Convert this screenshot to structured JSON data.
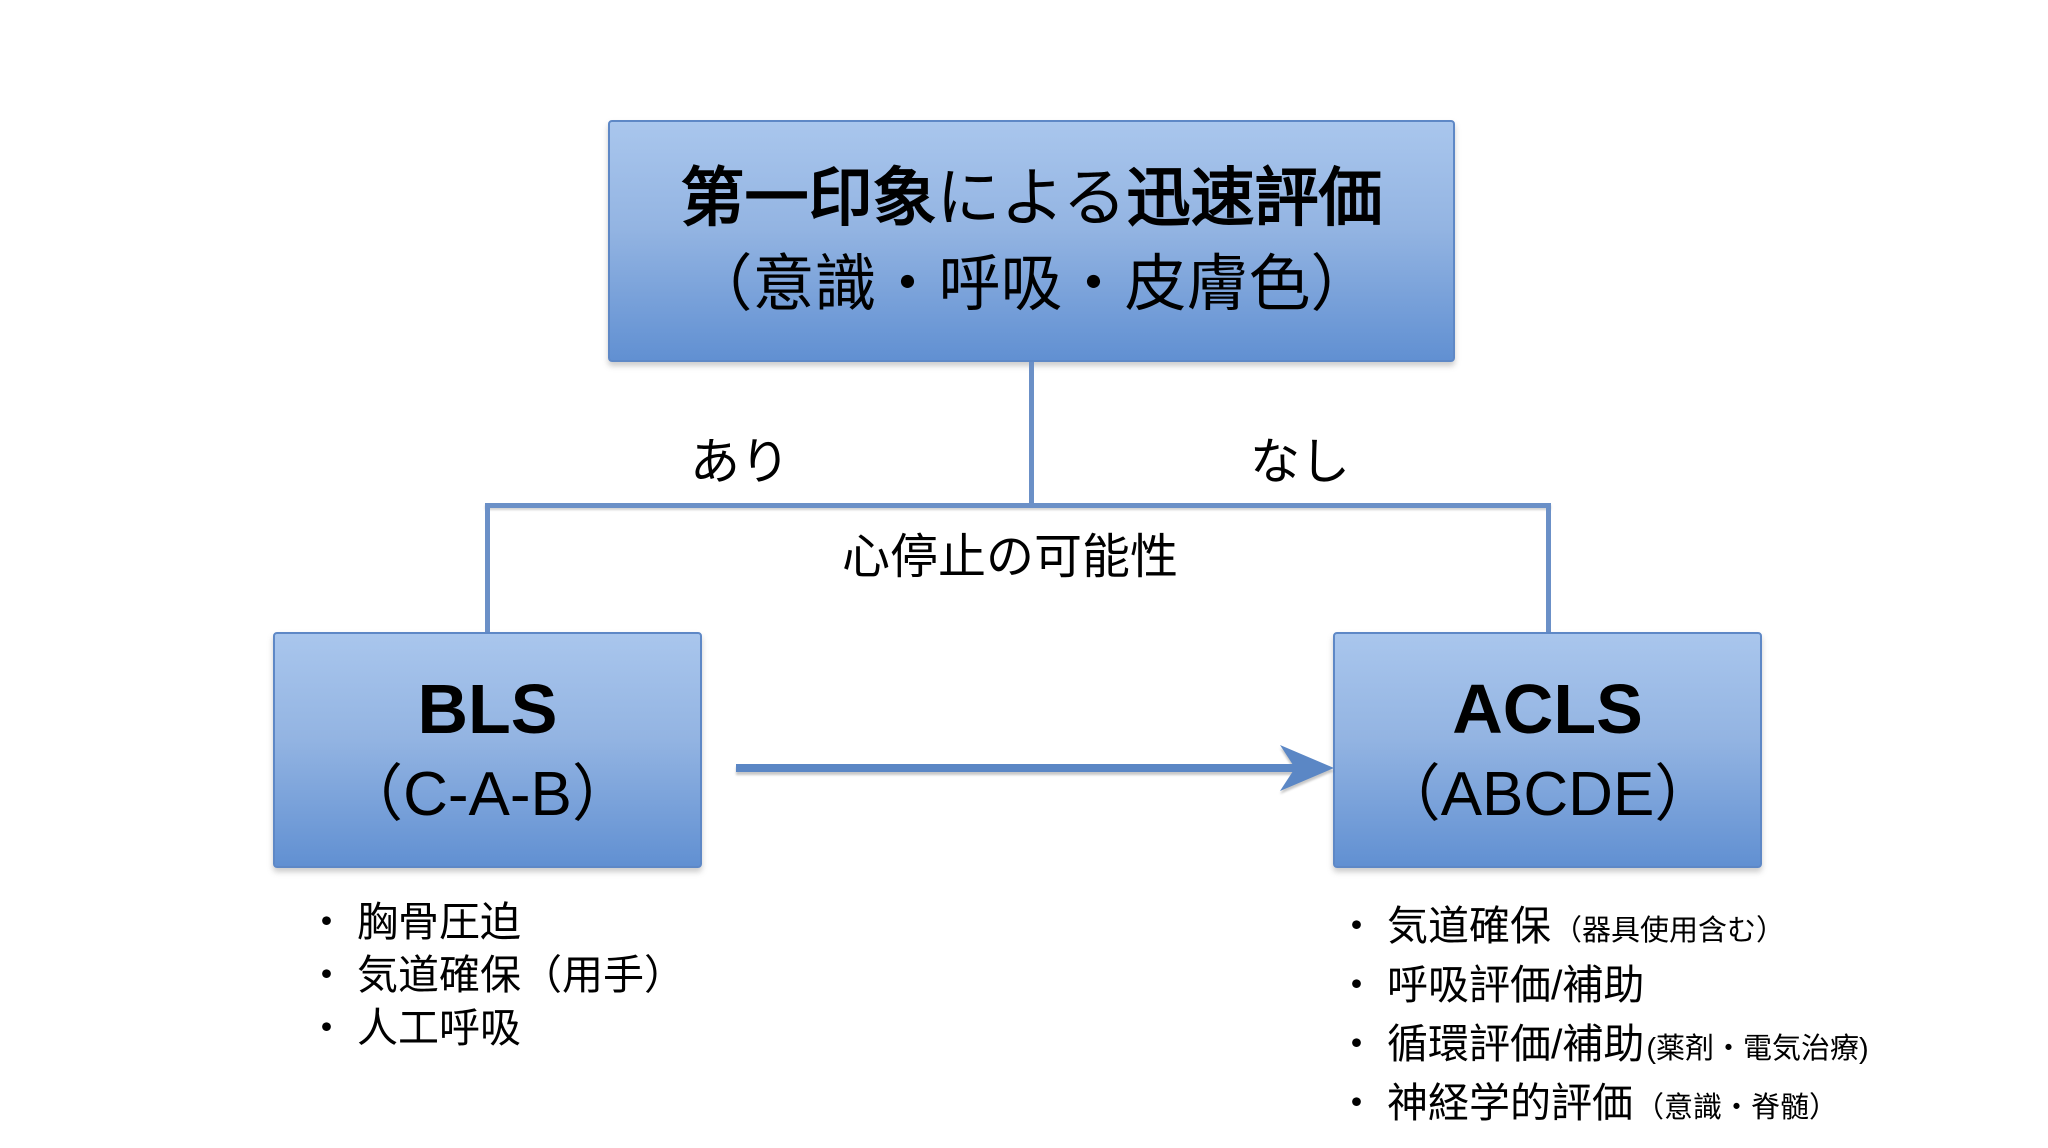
{
  "diagram": {
    "top_box": {
      "line1_segments": [
        {
          "text": "第一印象",
          "bold": true
        },
        {
          "text": "による",
          "bold": false
        },
        {
          "text": "迅速評価",
          "bold": true
        }
      ],
      "line2": "（意識・呼吸・皮膚色）"
    },
    "branch": {
      "left_label": "あり",
      "right_label": "なし",
      "center_label": "心停止の可能性"
    },
    "bls_box": {
      "title": "BLS",
      "subtitle": "（C-A-B）"
    },
    "acls_box": {
      "title": "ACLS",
      "subtitle": "（ABCDE）"
    },
    "bullet_char": "・",
    "bls_items": [
      {
        "text": "胸骨圧迫"
      },
      {
        "text": "気道確保（用手）"
      },
      {
        "text": "人工呼吸"
      }
    ],
    "acls_items": [
      {
        "text": "気道確保",
        "note": "（器具使用含む）"
      },
      {
        "text": "呼吸評価/補助",
        "note": ""
      },
      {
        "text": "循環評価/補助",
        "note": "(薬剤・電気治療)"
      },
      {
        "text": "神経学的評価",
        "note": "（意識・脊髄）"
      }
    ],
    "colors": {
      "background": "#FFFFFF",
      "node_fill_top": "#A9C6ED",
      "node_fill_bottom": "#6190D2",
      "node_border": "#5E88C6",
      "connector": "#6B90C7",
      "arrow": "#5B87C5",
      "text": "#000000"
    }
  }
}
